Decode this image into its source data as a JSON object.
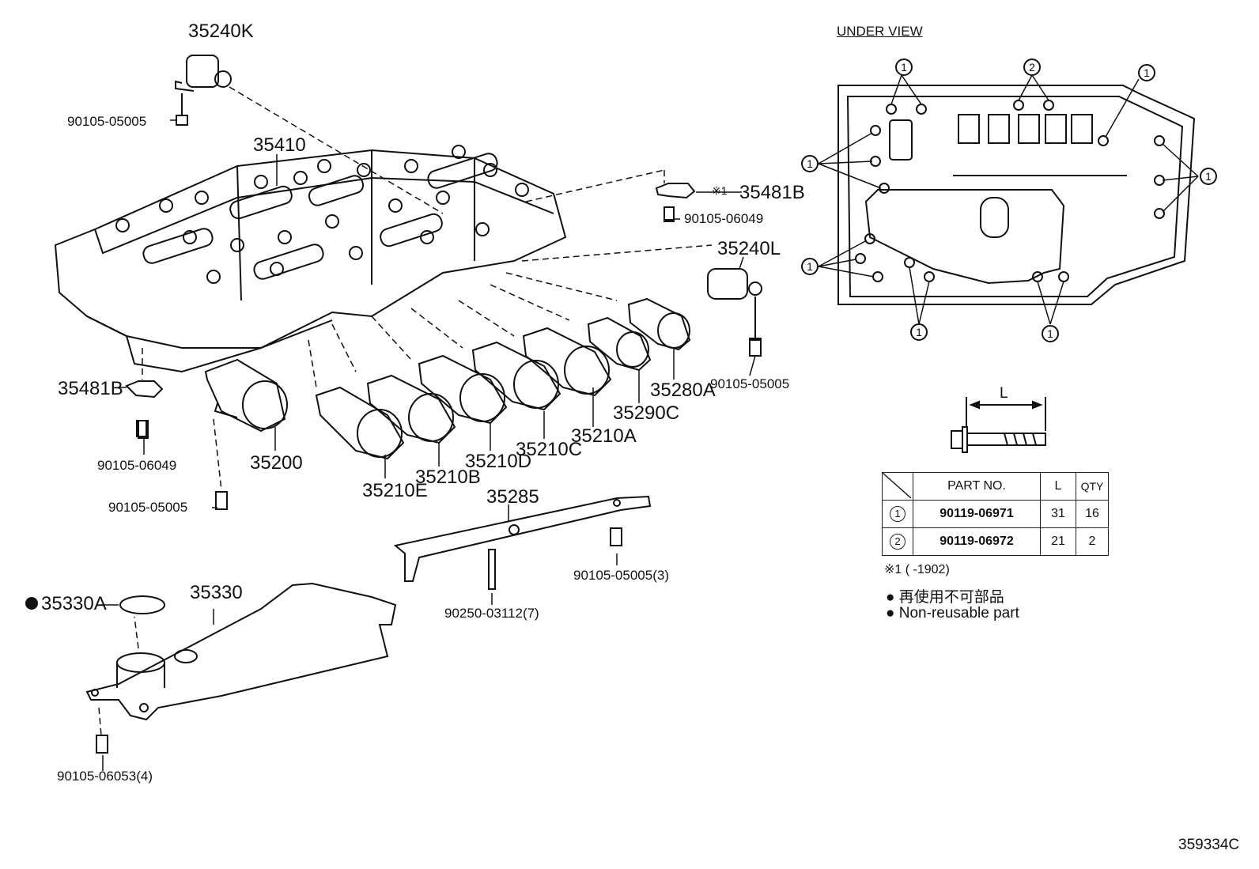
{
  "labels": {
    "p35240K": "35240K",
    "b90105_05005_top": "90105-05005",
    "p35410": "35410",
    "p35481B_right": "35481B",
    "mark1_right": "※1",
    "b90105_06049_right": "90105-06049",
    "p35240L": "35240L",
    "b90105_05005_right": "90105-05005",
    "p35280A": "35280A",
    "p35290C": "35290C",
    "p35210A": "35210A",
    "p35210C": "35210C",
    "p35210D": "35210D",
    "p35210B": "35210B",
    "p35210E": "35210E",
    "p35200": "35200",
    "p35481B_left": "35481B",
    "b90105_06049_left": "90105-06049",
    "b90105_05005_left": "90105-05005",
    "p35285": "35285",
    "b90105_05005_3": "90105-05005(3)",
    "b90250_03112_7": "90250-03112(7)",
    "p35330A": "35330A",
    "p35330": "35330",
    "b90105_06053_4": "90105-06053(4)"
  },
  "under_view": {
    "title": "UNDER VIEW",
    "callouts": [
      "1",
      "2",
      "1",
      "1",
      "1",
      "1",
      "1",
      "1"
    ]
  },
  "bolt_dim_label": "L",
  "parts_table": {
    "headers": [
      "PART NO.",
      "L",
      "QTY"
    ],
    "rows": [
      {
        "ref": "1",
        "part_no": "90119-06971",
        "l": "31",
        "qty": "16"
      },
      {
        "ref": "2",
        "part_no": "90119-06972",
        "l": "21",
        "qty": "2"
      }
    ]
  },
  "footnote": "※1 (      -1902)",
  "legend": [
    {
      "bullet": "●",
      "text": "再使用不可部品"
    },
    {
      "bullet": "●",
      "text": "Non-reusable part"
    }
  ],
  "diagram_code": "359334C",
  "colors": {
    "ink": "#111111",
    "background": "#ffffff"
  }
}
